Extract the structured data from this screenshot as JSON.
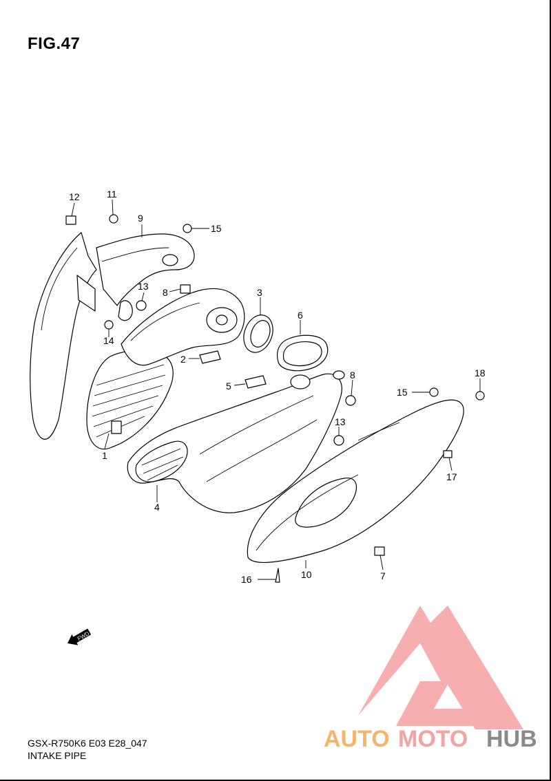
{
  "figure": {
    "title": "FIG.47",
    "model_code": "GSX-R750K6 E03 E28_047",
    "section_name": "INTAKE PIPE"
  },
  "callouts": [
    "1",
    "2",
    "3",
    "4",
    "5",
    "6",
    "7",
    "8",
    "8",
    "9",
    "10",
    "11",
    "12",
    "13",
    "13",
    "14",
    "15",
    "15",
    "16",
    "17",
    "18"
  ],
  "fwd_arrow": {
    "label": "FWD"
  },
  "watermark": {
    "part1": "AUTO",
    "part2": "MOTO",
    "part3": "HUB",
    "colors": {
      "triangle": "#f4a0a0",
      "auto": "#f6b46a",
      "moto": "#f2a3a3",
      "hub": "#8a8a8a"
    }
  }
}
